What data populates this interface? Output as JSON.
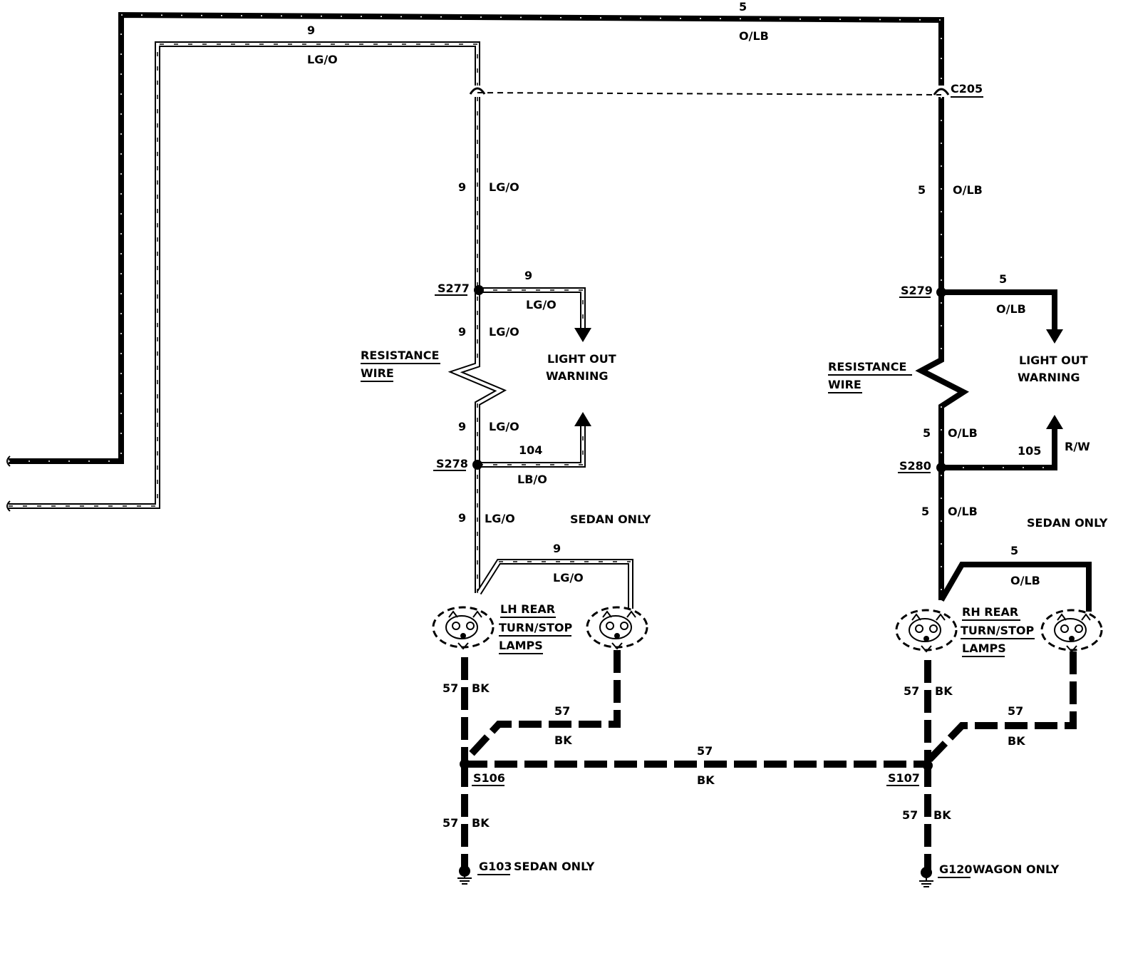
{
  "wires": {
    "top_orange": {
      "num": "5",
      "color": "O/LB"
    },
    "top_green": {
      "num": "9",
      "color": "LG/O"
    },
    "lh_riser": {
      "num": "9",
      "color": "LG/O"
    },
    "lh_s277_branch": {
      "num": "9",
      "color": "LG/O"
    },
    "lh_below_s277": {
      "num": "9",
      "color": "LG/O"
    },
    "lh_above_s278": {
      "num": "9",
      "color": "LG/O"
    },
    "lh_s278_branch": {
      "num": "104",
      "color": "LB/O"
    },
    "lh_below_s278": {
      "num": "9",
      "color": "LG/O"
    },
    "lh_lamp_jumper": {
      "num": "9",
      "color": "LG/O"
    },
    "rh_riser": {
      "num": "5",
      "color": "O/LB"
    },
    "rh_s279_branch": {
      "num": "5",
      "color": "O/LB"
    },
    "rh_above_s280": {
      "num": "5",
      "color": "O/LB"
    },
    "rh_s280_branch": {
      "num": "105",
      "color": "R/W"
    },
    "rh_below_s280": {
      "num": "5",
      "color": "O/LB"
    },
    "rh_lamp_jumper": {
      "num": "5",
      "color": "O/LB"
    },
    "lh_ground_upper": {
      "num": "57",
      "color": "BK"
    },
    "lh_ground_jumper": {
      "num": "57",
      "color": "BK"
    },
    "cross_ground": {
      "num": "57",
      "color": "BK"
    },
    "lh_ground_lower": {
      "num": "57",
      "color": "BK"
    },
    "rh_ground_upper": {
      "num": "57",
      "color": "BK"
    },
    "rh_ground_jumper": {
      "num": "57",
      "color": "BK"
    },
    "rh_ground_lower": {
      "num": "57",
      "color": "BK"
    }
  },
  "connectors": {
    "c205": "C205"
  },
  "splices": {
    "s277": "S277",
    "s278": "S278",
    "s279": "S279",
    "s280": "S280",
    "s106": "S106",
    "s107": "S107"
  },
  "labels": {
    "lh_resistance_1": "RESISTANCE",
    "lh_resistance_2": "WIRE",
    "rh_resistance_1": "RESISTANCE",
    "rh_resistance_2": "WIRE",
    "lh_light_out_1": "LIGHT OUT",
    "lh_light_out_2": "WARNING",
    "rh_light_out_1": "LIGHT OUT",
    "rh_light_out_2": "WARNING",
    "lh_sedan_only": "SEDAN ONLY",
    "rh_sedan_only": "SEDAN ONLY"
  },
  "lamps": {
    "lh": [
      "LH REAR",
      "TURN/STOP",
      "LAMPS"
    ],
    "rh": [
      "RH REAR",
      "TURN/STOP",
      "LAMPS"
    ]
  },
  "grounds": {
    "g103_id": "G103",
    "g103_note": "SEDAN ONLY",
    "g120_id": "G120",
    "g120_note": "WAGON ONLY"
  },
  "colors": {
    "ink": "#000000",
    "paper": "#ffffff"
  }
}
